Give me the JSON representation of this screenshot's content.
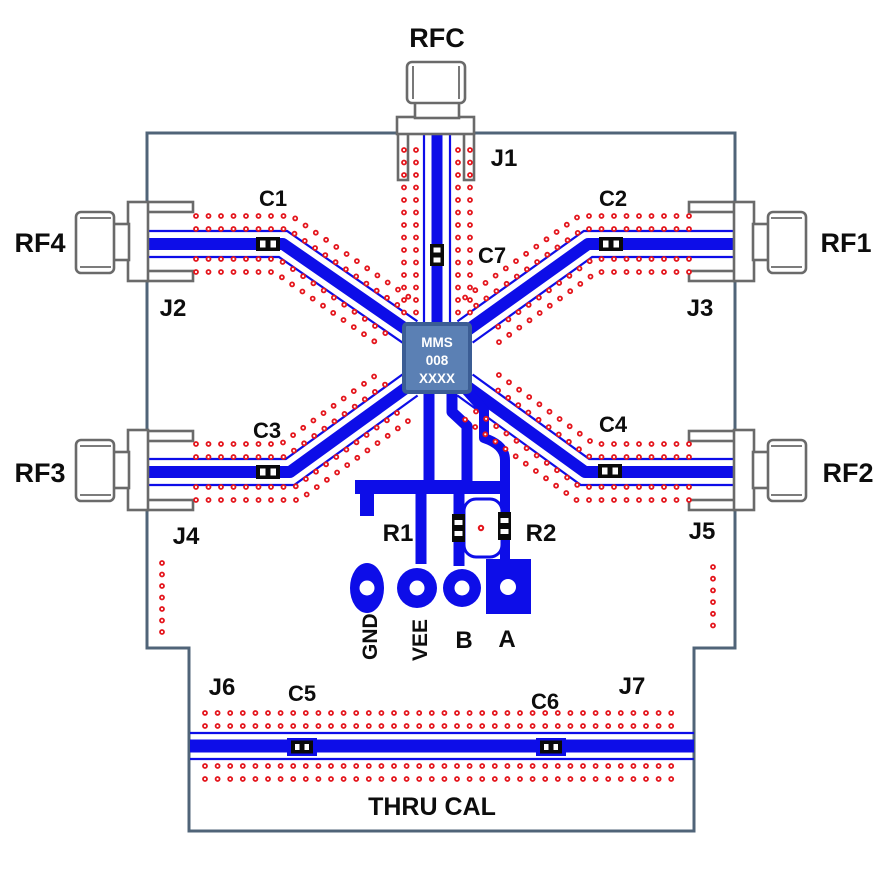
{
  "colors": {
    "trace_blue": "#0d0de8",
    "via_red": "#e4151c",
    "board_outline": "#506478",
    "connector_gray": "#6a6a6a",
    "chip_fill": "#5b80b4",
    "chip_border": "#3b5d94",
    "label_black": "#0d0d0d",
    "component_black": "#0a0a0a"
  },
  "chip": {
    "line1": "MMS",
    "line2": "008",
    "line3": "XXXX"
  },
  "ports": {
    "rfc": "RFC",
    "rf1": "RF1",
    "rf2": "RF2",
    "rf3": "RF3",
    "rf4": "RF4"
  },
  "jacks": {
    "j1": "J1",
    "j2": "J2",
    "j3": "J3",
    "j4": "J4",
    "j5": "J5",
    "j6": "J6",
    "j7": "J7"
  },
  "capacitors": {
    "c1": "C1",
    "c2": "C2",
    "c3": "C3",
    "c4": "C4",
    "c5": "C5",
    "c6": "C6",
    "c7": "C7"
  },
  "resistors": {
    "r1": "R1",
    "r2": "R2"
  },
  "pads": {
    "gnd": "GND",
    "vee": "VEE",
    "b": "B",
    "a": "A"
  },
  "annotations": {
    "thru_cal": "THRU CAL"
  }
}
